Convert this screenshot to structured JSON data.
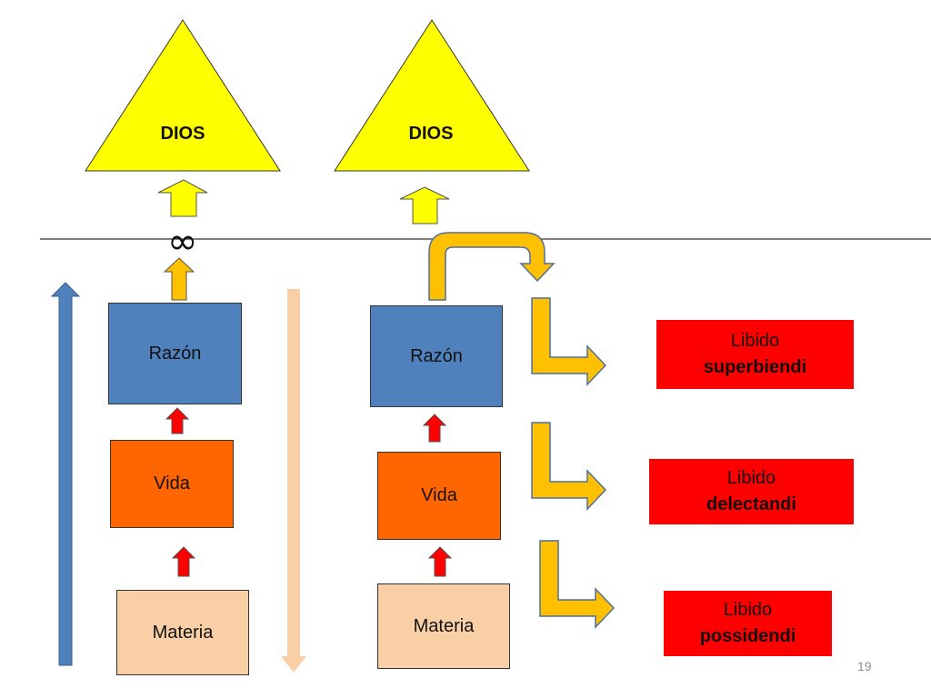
{
  "left": {
    "top_label": "DIOS",
    "infinity_symbol": "∞",
    "levels": {
      "razon": "Razón",
      "vida": "Vida",
      "materia": "Materia"
    }
  },
  "right": {
    "top_label": "DIOS",
    "levels": {
      "razon": "Razón",
      "vida": "Vida",
      "materia": "Materia"
    },
    "libidos": [
      {
        "word": "Libido",
        "term": "superbiendi"
      },
      {
        "word": "Libido",
        "term": "delectandi"
      },
      {
        "word": "Libido",
        "term": "possidendi"
      }
    ]
  },
  "slide_number": "19",
  "colors": {
    "triangle": "#ffff00",
    "razon": "#4f81bd",
    "vida": "#ff6600",
    "materia": "#f9d0a6",
    "libido": "#ff0000",
    "gold_arrow": "#ffc000",
    "red_arrow": "#ff0000",
    "ascent_arrow": "#4f81bd",
    "descent_arrow": "#f9d0a6",
    "yellow_arrow": "#ffff00"
  }
}
